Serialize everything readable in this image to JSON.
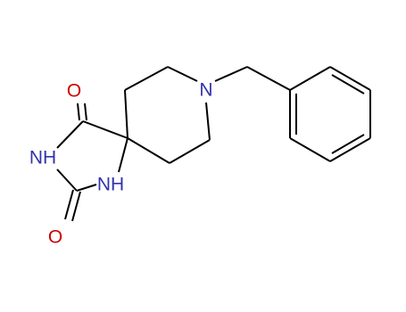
{
  "colors": {
    "background": "#ffffff",
    "bond": "#000000",
    "nitrogen": "#3333aa",
    "oxygen": "#cc0000"
  },
  "atoms": {
    "o_top": "O",
    "n_imide": "NH",
    "n_amine": "NH",
    "o_bottom": "O",
    "n_piperidine": "N"
  }
}
